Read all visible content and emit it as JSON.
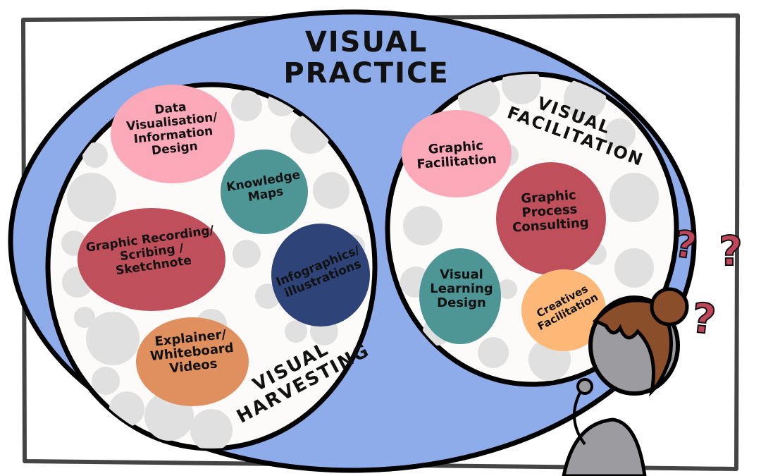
{
  "diagram": {
    "title": "VISUAL\nPRACTICE",
    "colors": {
      "frame": "#444444",
      "outer_ellipse": "#8eabea",
      "inner_fill": "#fcfbf9",
      "bubble_grey": "#e0e0e0",
      "pink": "#fba8b8",
      "teal": "#4e9696",
      "crimson": "#bf4f5b",
      "navy": "#2e4478",
      "orange": "#e08f5e",
      "peach": "#fdb877",
      "question_mark": "#c0455a",
      "hair": "#8a4e2a",
      "skin_grey": "#9c9ca0"
    },
    "groups": [
      {
        "name": "VISUAL\nHARVESTING",
        "items": [
          {
            "label": "Data\nVisualisation/\nInformation\nDesign",
            "color": "#fba8b8"
          },
          {
            "label": "Knowledge\nMaps",
            "color": "#4e9696"
          },
          {
            "label": "Graphic Recording/\nScribing /\nSketchnote",
            "color": "#bf4f5b"
          },
          {
            "label": "Infographics/\nillustrations",
            "color": "#2e4478"
          },
          {
            "label": "Explainer/\nWhiteboard\nVideos",
            "color": "#e08f5e"
          }
        ]
      },
      {
        "name": "VISUAL\nFACILITATION",
        "items": [
          {
            "label": "Graphic\nFacilitation",
            "color": "#fba8b8"
          },
          {
            "label": "Graphic\nProcess\nConsulting",
            "color": "#bf4f5b"
          },
          {
            "label": "Visual\nLearning\nDesign",
            "color": "#4e9696"
          },
          {
            "label": "Creatives\nFacilitation",
            "color": "#fdb877"
          }
        ]
      }
    ],
    "figure": {
      "description": "person-with-hair-bun-thinking",
      "question_marks": [
        "?",
        "?",
        "?"
      ]
    }
  }
}
